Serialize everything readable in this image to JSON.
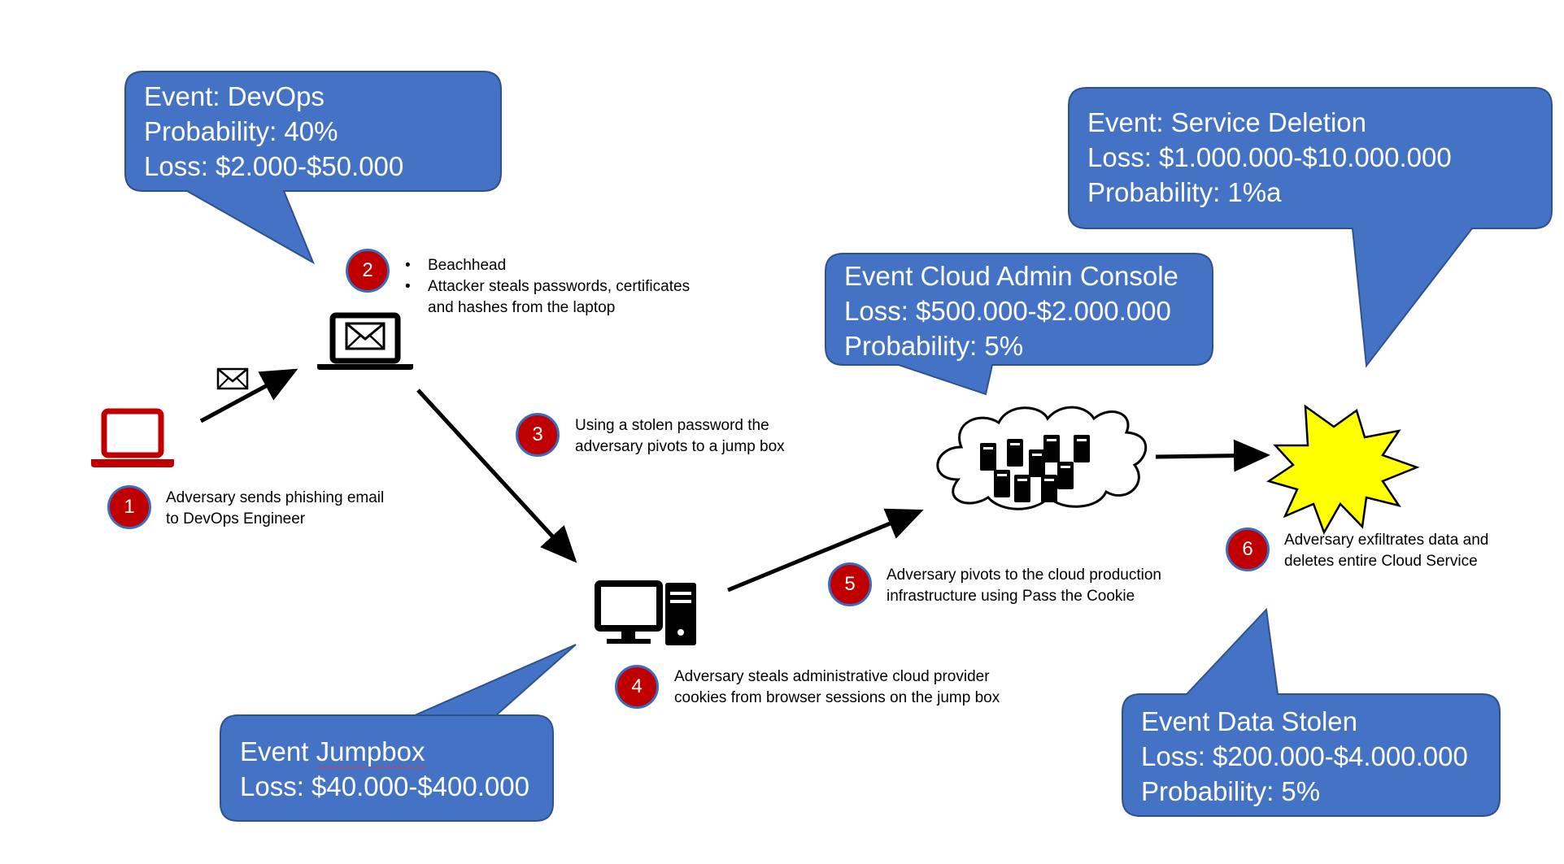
{
  "callouts": {
    "devops": {
      "title": "Event: DevOps",
      "probability": "Probability: 40%",
      "loss": "Loss: $2.000-$50.000"
    },
    "service_deletion": {
      "title": "Event: Service Deletion",
      "loss": "Loss: $1.000.000-$10.000.000",
      "probability": "Probability: 1%a"
    },
    "cloud_admin": {
      "title": "Event Cloud Admin Console",
      "loss": "Loss: $500.000-$2.000.000",
      "probability": "Probability: 5%"
    },
    "jumpbox": {
      "title_prefix": "Event ",
      "title_word": "Jumpbox",
      "loss": "Loss: $40.000-$400.000"
    },
    "data_stolen": {
      "title": "Event Data Stolen",
      "loss": "Loss: $200.000-$4.000.000",
      "probability": "Probability: 5%"
    }
  },
  "steps": [
    {
      "number": "1",
      "line1": "Adversary sends phishing email",
      "line2": "to DevOps Engineer"
    },
    {
      "number": "2",
      "bullets": [
        "Beachhead",
        "Attacker steals passwords, certificates"
      ],
      "line3": "and hashes from the laptop"
    },
    {
      "number": "3",
      "line1": "Using a stolen password the",
      "line2": "adversary pivots to a jump box"
    },
    {
      "number": "4",
      "line1": "Adversary steals administrative cloud provider",
      "line2": "cookies from browser sessions on the jump box"
    },
    {
      "number": "5",
      "line1": "Adversary pivots to the cloud production",
      "line2": "infrastructure using Pass the Cookie"
    },
    {
      "number": "6",
      "line1": "Adversary exfiltrates data and",
      "line2": "deletes entire Cloud Service"
    }
  ],
  "colors": {
    "callout_fill": "#4472c4",
    "callout_border": "#2f528f",
    "badge_fill": "#c00000",
    "attacker_laptop": "#c00000",
    "explosion_fill": "#ffff00"
  },
  "icons": [
    "attacker-laptop-icon",
    "envelope-icon",
    "victim-laptop-icon",
    "jumpbox-computer-icon",
    "cloud-servers-icon",
    "explosion-icon"
  ]
}
